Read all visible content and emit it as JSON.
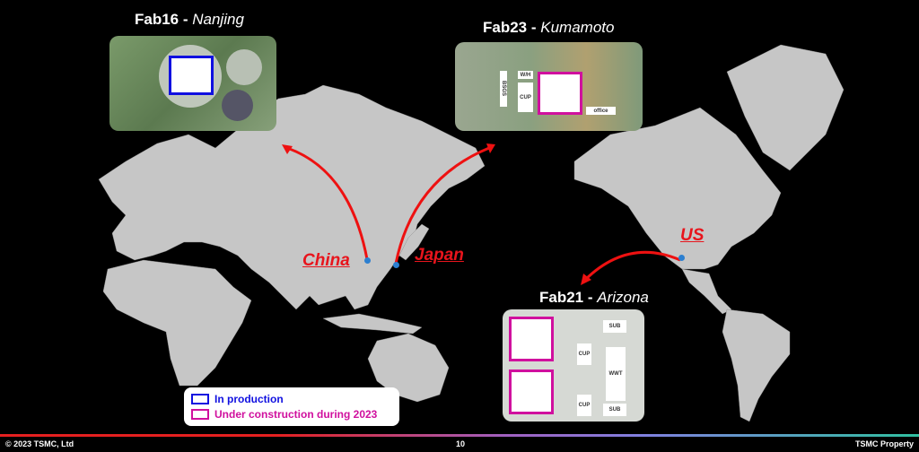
{
  "fabs": [
    {
      "name": "Fab16",
      "location": "Nanjing"
    },
    {
      "name": "Fab23",
      "location": "Kumamoto",
      "labels": {
        "bsgs": "BSGS",
        "wh": "W/H",
        "cup": "CUP",
        "office": "office"
      }
    },
    {
      "name": "Fab21",
      "location": "Arizona",
      "labels": {
        "cup": "CUP",
        "wwt": "WWT",
        "sub": "SUB"
      }
    }
  ],
  "countries": {
    "china": "China",
    "japan": "Japan",
    "us": "US"
  },
  "legend": {
    "in_production": "In production",
    "under_construction": "Under construction during 2023"
  },
  "colors": {
    "in_production": "#1010e0",
    "under_construction": "#d0109e",
    "arrow": "#ee1111",
    "land": "#c8c8c8"
  },
  "footer": {
    "copyright": "© 2023 TSMC, Ltd",
    "page": "10",
    "property": "TSMC Property"
  }
}
